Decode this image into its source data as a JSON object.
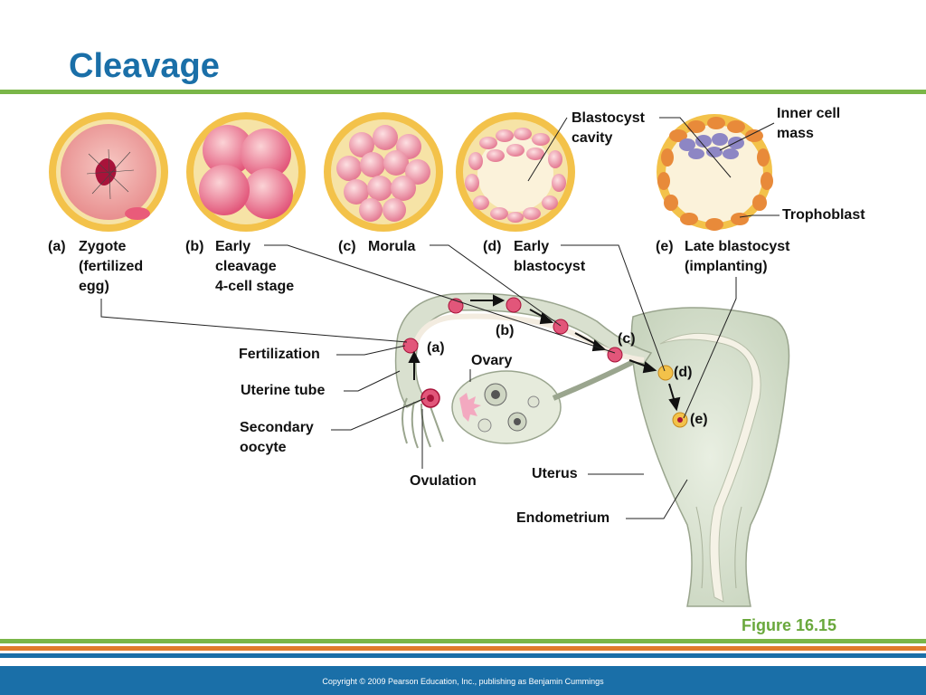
{
  "title": "Cleavage",
  "stages": [
    {
      "letter": "(a)",
      "text": [
        "Zygote",
        "(fertilized",
        "egg)"
      ]
    },
    {
      "letter": "(b)",
      "text": [
        "Early",
        "cleavage",
        "4-cell stage"
      ]
    },
    {
      "letter": "(c)",
      "text": [
        "Morula"
      ]
    },
    {
      "letter": "(d)",
      "text": [
        "Early",
        "blastocyst"
      ]
    },
    {
      "letter": "(e)",
      "text": [
        "Late blastocyst",
        "(implanting)"
      ]
    }
  ],
  "labels": {
    "blastocyst_cavity": [
      "Blastocyst",
      "cavity"
    ],
    "inner_cell_mass": [
      "Inner cell",
      "mass"
    ],
    "trophoblast": "Trophoblast",
    "fertilization": "Fertilization",
    "uterine_tube": "Uterine tube",
    "secondary_oocyte": [
      "Secondary",
      "oocyte"
    ],
    "ovulation": "Ovulation",
    "ovary": "Ovary",
    "uterus": "Uterus",
    "endometrium": "Endometrium",
    "tube_a": "(a)",
    "tube_b": "(b)",
    "tube_c": "(c)",
    "tube_d": "(d)",
    "tube_e": "(e)"
  },
  "figure_label": "Figure 16.15",
  "copyright": "Copyright © 2009 Pearson Education, Inc., publishing as Benjamin Cummings",
  "colors": {
    "title": "#1a6fa8",
    "accent_green": "#7ab648",
    "accent_orange": "#e07b2a",
    "footer_blue": "#1a6fa8",
    "figure_label": "#6aa83c"
  }
}
